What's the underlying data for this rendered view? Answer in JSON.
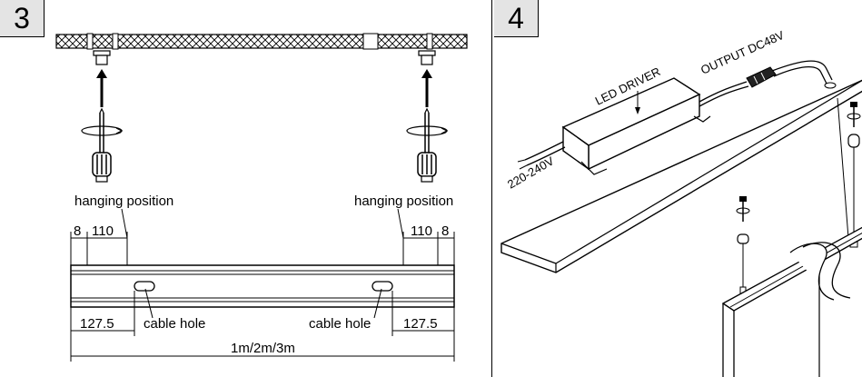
{
  "step_left": {
    "number": "3"
  },
  "step_right": {
    "number": "4"
  },
  "left_diagram": {
    "hanging_label_left": "hanging position",
    "hanging_label_right": "hanging position",
    "dim_edge_left": "8",
    "dim_offset_left": "110",
    "dim_offset_right": "110",
    "dim_edge_right": "8",
    "dim_hole_left": "127.5",
    "dim_hole_right": "127.5",
    "cable_hole_left": "cable hole",
    "cable_hole_right": "cable hole",
    "length_options": "1m/2m/3m"
  },
  "right_diagram": {
    "driver_label": "LED DRIVER",
    "output_label": "OUTPUT DC48V",
    "input_label": "220-240V"
  }
}
